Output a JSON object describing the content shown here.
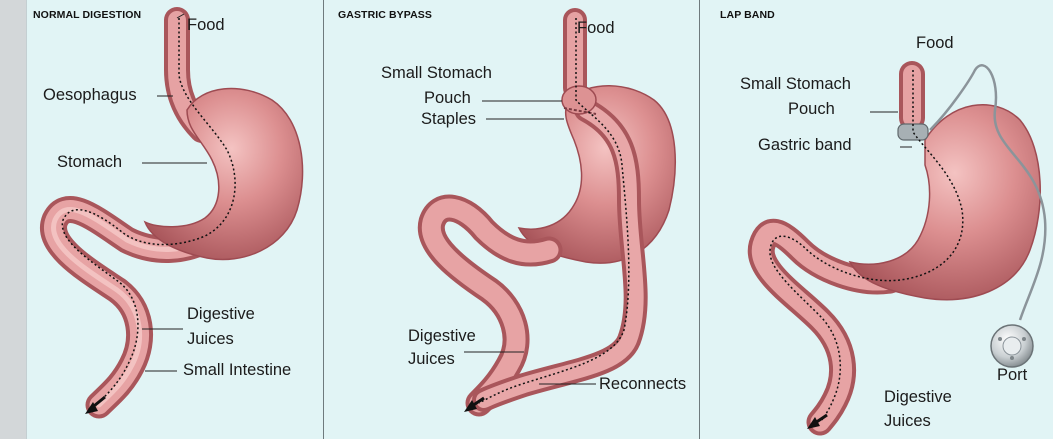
{
  "panels": [
    {
      "title": "NORMAL DIGESTION",
      "labels": {
        "food": "Food",
        "oesophagus": "Oesophagus",
        "stomach": "Stomach",
        "digestive_juices_1": "Digestive",
        "digestive_juices_2": "Juices",
        "small_intestine": "Small Intestine"
      }
    },
    {
      "title": "GASTRIC BYPASS",
      "labels": {
        "food": "Food",
        "small_stomach": "Small Stomach",
        "pouch": "Pouch",
        "staples": "Staples",
        "digestive_juices_1": "Digestive",
        "digestive_juices_2": "Juices",
        "reconnects": "Reconnects"
      }
    },
    {
      "title": "LAP BAND",
      "labels": {
        "food": "Food",
        "small_stomach": "Small Stomach",
        "pouch": "Pouch",
        "gastric_band": "Gastric band",
        "port": "Port",
        "digestive_juices_1": "Digestive",
        "digestive_juices_2": "Juices"
      }
    }
  ],
  "colors": {
    "background": "#e1f4f5",
    "organ_fill": "#d88a8a",
    "organ_shadow": "#b05a5e",
    "organ_highlight": "#f1bcbc",
    "leader_line": "#222222",
    "food_path": "#111111"
  }
}
